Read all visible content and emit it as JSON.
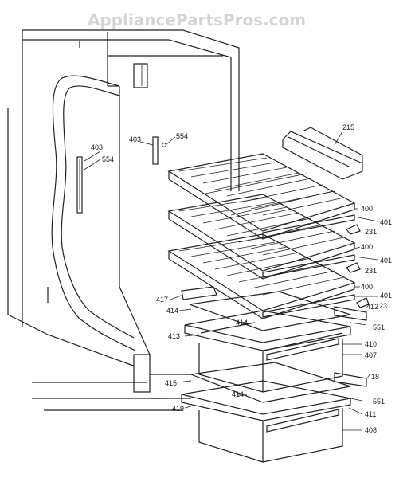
{
  "watermark": "AppliancePartsPros.com",
  "labels": {
    "l403a": "403",
    "l554a": "554",
    "l403b": "403",
    "l554b": "554",
    "l215": "215",
    "l400a": "400",
    "l401a": "401",
    "l231a": "231",
    "l400b": "400",
    "l401b": "401",
    "l231b": "231",
    "l400c": "400",
    "l401c": "401",
    "l231c": "231",
    "l417": "417",
    "l412": "412",
    "l551a": "551",
    "l414a": "414",
    "l414b": "414",
    "l413": "413",
    "l410": "410",
    "l407": "407",
    "l418": "418",
    "l415": "415",
    "l414c": "414",
    "l551b": "551",
    "l419": "419",
    "l411": "411",
    "l408": "408"
  }
}
